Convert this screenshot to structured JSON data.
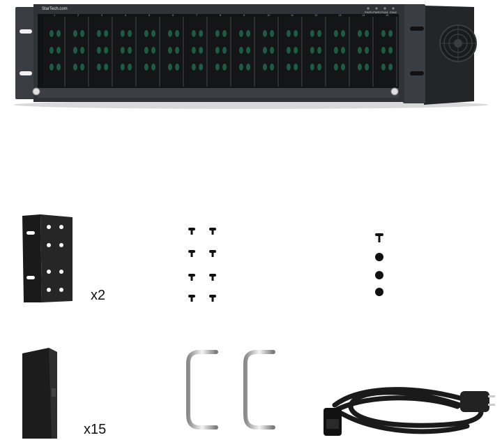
{
  "chassis": {
    "brand_logo": "StarTech.com",
    "slot_numbers": [
      "1",
      "2",
      "3",
      "4",
      "5",
      "6",
      "7",
      "8",
      "9",
      "10",
      "11",
      "12",
      "13",
      "14",
      "15"
    ],
    "led_labels": [
      "PWR1",
      "PWR2",
      "FAN1",
      "FAN2"
    ],
    "slot_count": 15
  },
  "accessories": {
    "brackets_qty": "x2",
    "slot_covers_qty": "x15"
  },
  "colors": {
    "chassis_body": "#2b2d30",
    "chassis_edge": "#45484c",
    "slot_dark": "#141516",
    "slot_green": "#1f7a55",
    "screw_black": "#111111",
    "handle_chrome": "#c8c8c8"
  }
}
